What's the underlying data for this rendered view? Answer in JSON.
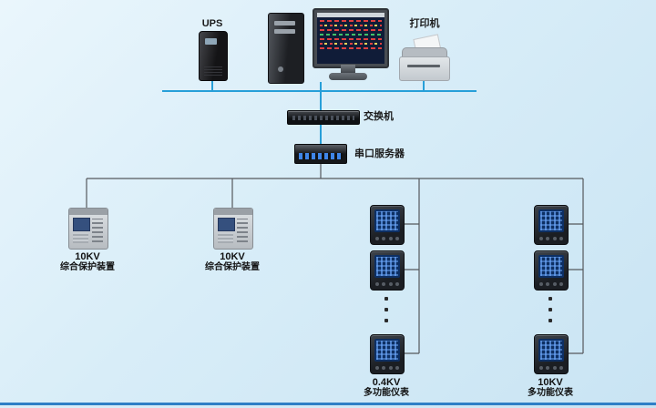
{
  "devices": {
    "ups": {
      "label": "UPS"
    },
    "printer": {
      "label": "打印机"
    },
    "switch": {
      "label": "交换机"
    },
    "serial_server": {
      "label": "串口服务器"
    }
  },
  "groups": {
    "protection_a": {
      "voltage": "10KV",
      "type": "综合保护装置"
    },
    "protection_b": {
      "voltage": "10KV",
      "type": "综合保护装置"
    },
    "meters_a": {
      "voltage": "0.4KV",
      "type": "多功能仪表"
    },
    "meters_b": {
      "voltage": "10KV",
      "type": "多功能仪表"
    }
  },
  "colors": {
    "background": "#d8edf8",
    "network_line": "#279fd8",
    "branch_line": "#55585c",
    "bottom_rule": "#2f7fc6"
  }
}
